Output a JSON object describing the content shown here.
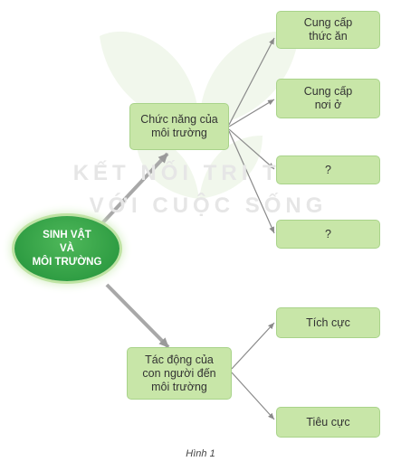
{
  "watermark": {
    "line1": "KẾT NỐI TRI THỨC",
    "line2": "VỚI CUỘC SỐNG"
  },
  "center": {
    "label": "SINH VẬT\nVÀ\nMÔI TRƯỜNG"
  },
  "branches": [
    {
      "label": "Chức năng của\nmôi trường",
      "children": [
        "Cung cấp\nthức ăn",
        "Cung cấp\nnơi ở",
        "?",
        "?"
      ]
    },
    {
      "label": "Tác động của\ncon người đến\nmôi trường",
      "children": [
        "Tích cực",
        "Tiêu cực"
      ]
    }
  ],
  "caption": "Hình 1",
  "colors": {
    "box_fill": "#c8e6a8",
    "center_fill": "#2f9d43",
    "connector": "#9a9a9a",
    "watermark_leaf": "#f1f7ec"
  }
}
